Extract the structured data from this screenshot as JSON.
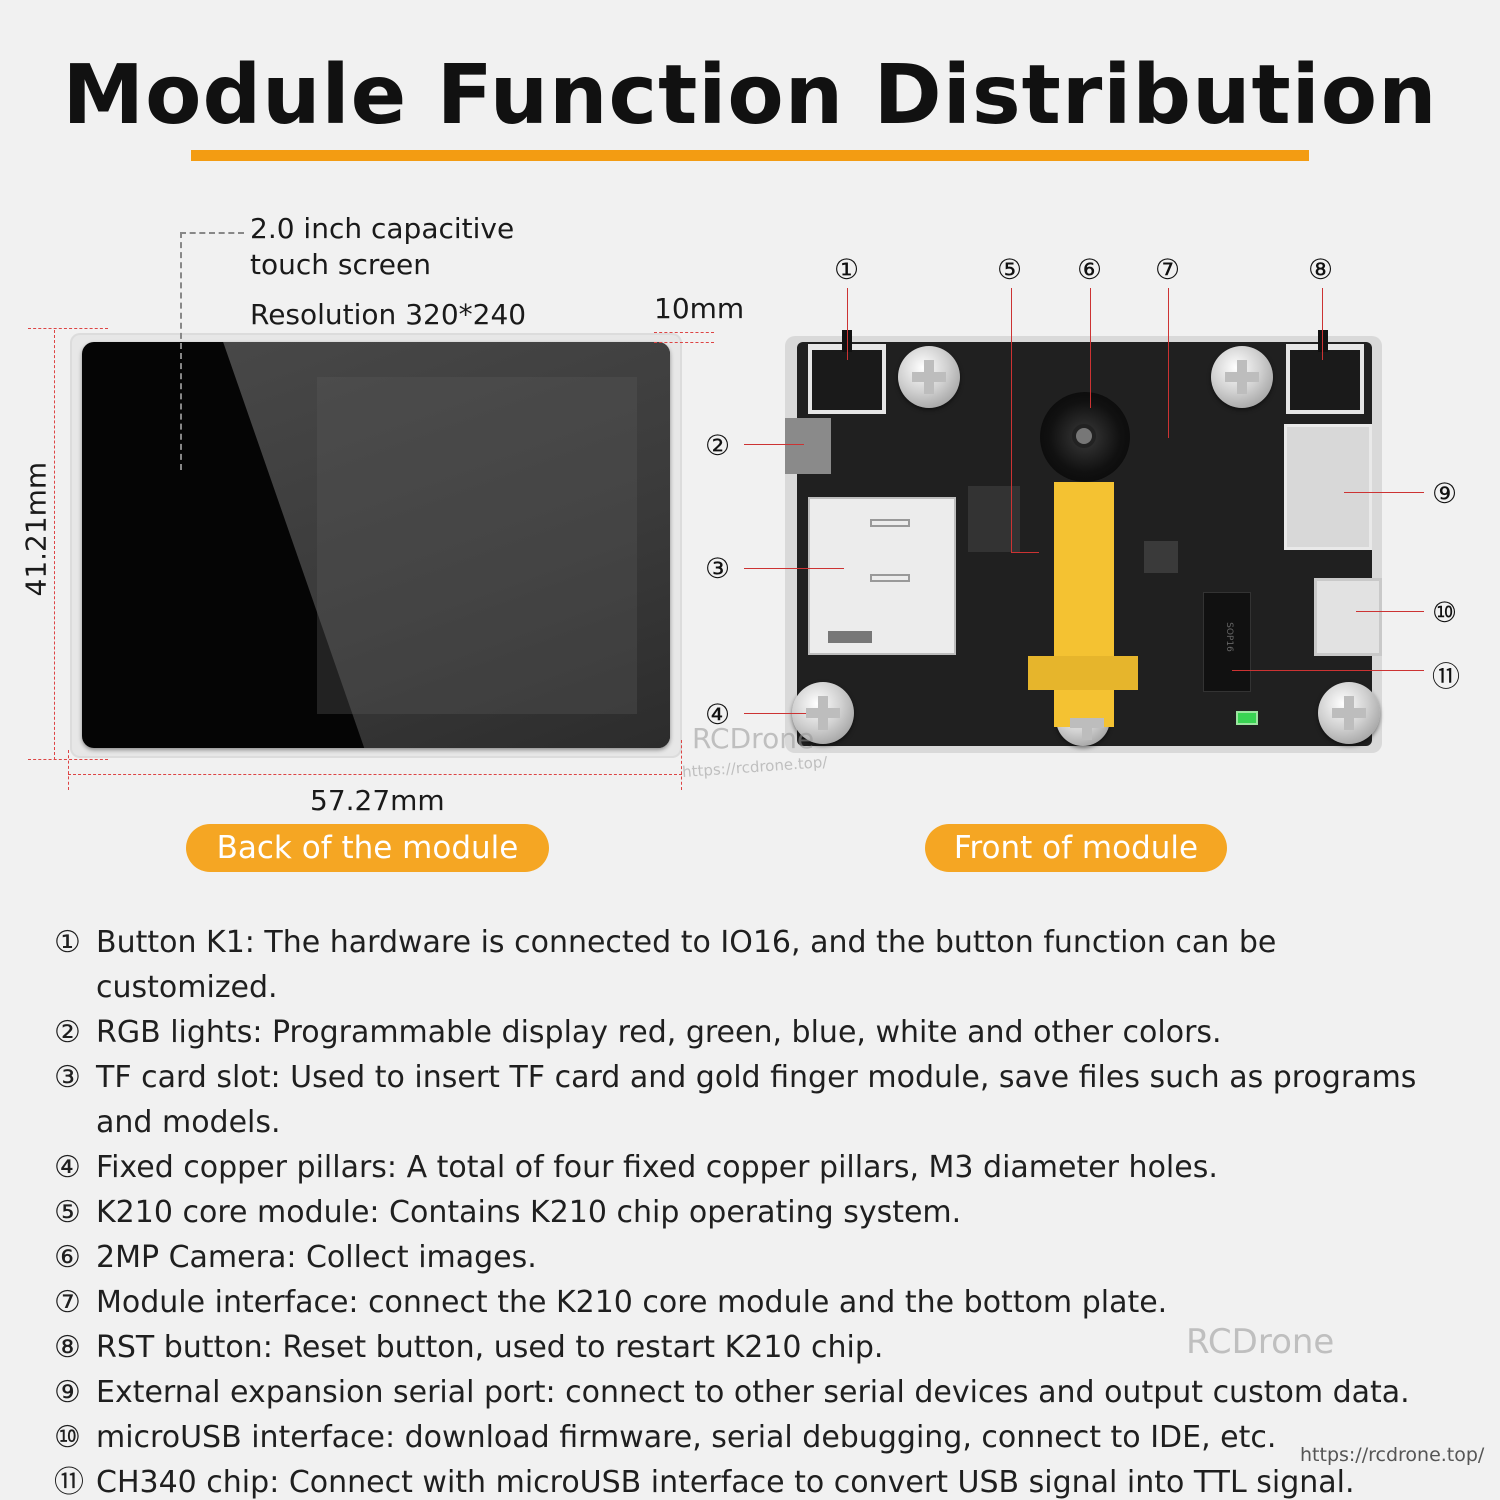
{
  "title": "Module Function Distribution",
  "back": {
    "screen_label_line1": "2.0 inch capacitive",
    "screen_label_line2": "touch screen",
    "resolution": "Resolution 320*240",
    "thickness": "10mm",
    "height": "41.21mm",
    "width": "57.27mm",
    "caption": "Back of the module"
  },
  "front": {
    "caption": "Front of module",
    "callouts": [
      "①",
      "②",
      "③",
      "④",
      "⑤",
      "⑥",
      "⑦",
      "⑧",
      "⑨",
      "⑩",
      "⑪"
    ],
    "chip_label": "SOP16"
  },
  "watermark": {
    "brand": "RCDrone",
    "url": "https://rcdrone.top/"
  },
  "descriptions": [
    {
      "num": "①",
      "text": "Button K1: The hardware is connected to IO16, and the button function can be customized."
    },
    {
      "num": "②",
      "text": "RGB lights: Programmable display red, green, blue, white and other colors."
    },
    {
      "num": "③",
      "text": "TF card slot: Used to insert TF card and gold finger module, save files such as programs and models."
    },
    {
      "num": "④",
      "text": "Fixed copper pillars: A total of four fixed copper pillars, M3 diameter holes."
    },
    {
      "num": "⑤",
      "text": "K210 core module: Contains K210 chip operating system."
    },
    {
      "num": "⑥",
      "text": "2MP Camera: Collect images."
    },
    {
      "num": "⑦",
      "text": "Module interface: connect the K210 core module and the bottom plate."
    },
    {
      "num": "⑧",
      "text": "RST button: Reset button, used to restart K210 chip."
    },
    {
      "num": "⑨",
      "text": "External expansion serial port: connect to other serial devices and output custom data."
    },
    {
      "num": "⑩",
      "text": "microUSB interface: download firmware, serial debugging, connect to IDE, etc."
    },
    {
      "num": "⑪",
      "text": "CH340 chip: Connect with microUSB interface to convert USB signal into TTL signal."
    }
  ],
  "colors": {
    "accent": "#f5a623",
    "underline": "#f39c12",
    "leader": "#cc3333"
  }
}
